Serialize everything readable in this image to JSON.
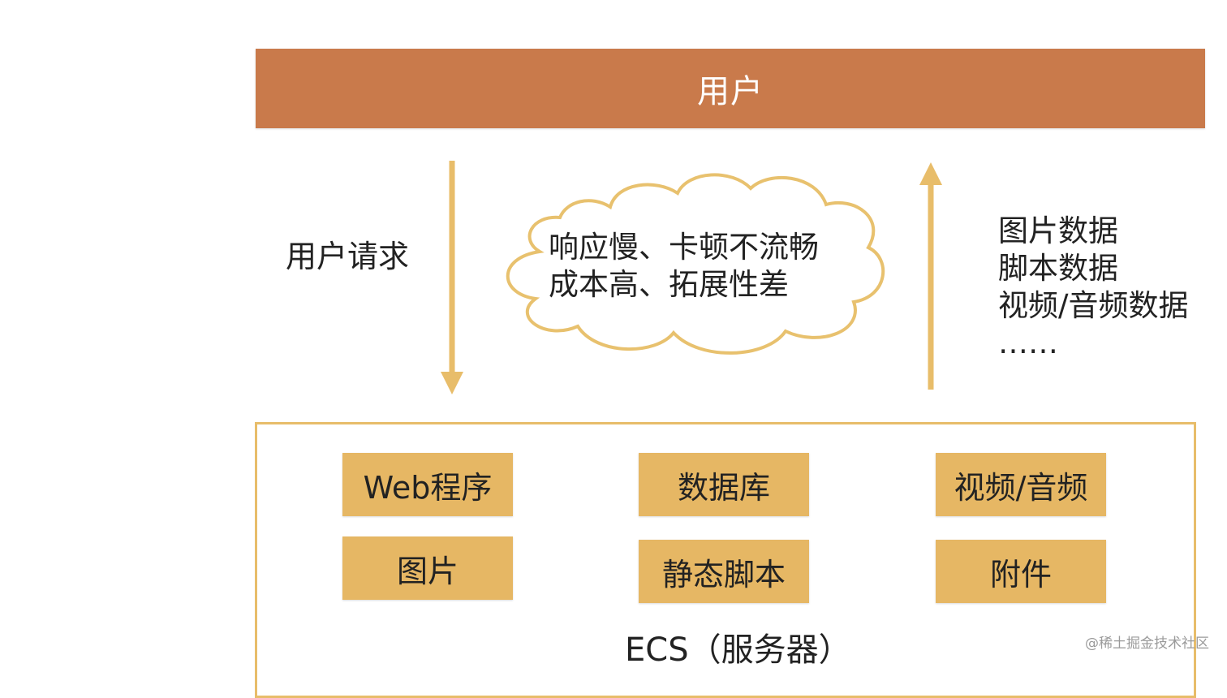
{
  "top_bar": {
    "label": "用户"
  },
  "request": {
    "label": "用户请求"
  },
  "problems": {
    "line1": "响应慢、卡顿不流畅",
    "line2": "成本高、拓展性差"
  },
  "responses": [
    "图片数据",
    "脚本数据",
    "视频/音频数据",
    "……"
  ],
  "server": {
    "caption": "ECS（服务器）",
    "tiles": [
      "Web程序",
      "数据库",
      "视频/音频",
      "图片",
      "静态脚本",
      "附件"
    ]
  },
  "watermark": "@稀土掘金技术社区",
  "colors": {
    "user_bar": "#c97a4b",
    "arrow": "#e8bd6a",
    "tile": "#e6b764",
    "cloud_outline": "#e8c16e"
  }
}
